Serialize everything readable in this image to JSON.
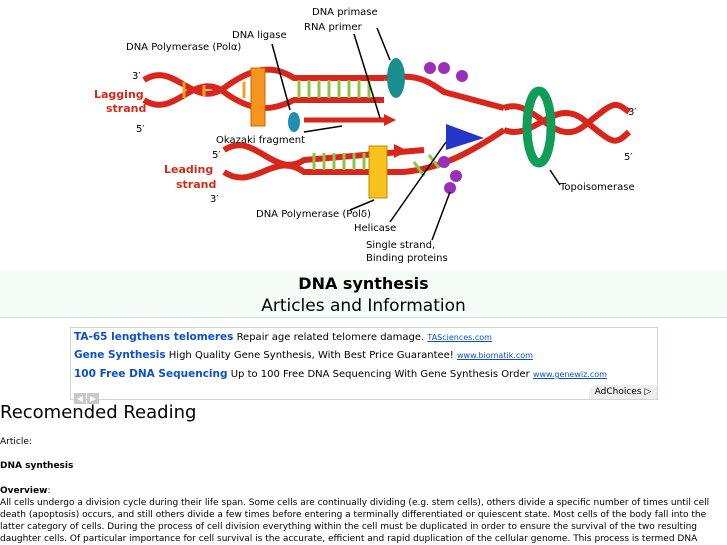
{
  "diagram": {
    "labels": {
      "dna_primase": "DNA primase",
      "rna_primer": "RNA primer",
      "dna_ligase": "DNA ligase",
      "pol_alpha": "DNA Polymerase (Polα)",
      "lagging": "Lagging",
      "strand": "strand",
      "leading": "Leading",
      "okazaki": "Okazaki fragment",
      "pol_delta": "DNA Polymerase (Polδ)",
      "helicase": "Helicase",
      "ssb1": "Single strand,",
      "ssb2": "Binding proteins",
      "topo": "Topoisomerase",
      "three_prime": "3′",
      "five_prime": "5′"
    },
    "colors": {
      "backbone": "#d8261c",
      "base_green": "#8cc63f",
      "base_orange": "#f6a01a",
      "polymerase": "#f7941d",
      "primase": "#1a8d8d",
      "ligase": "#1e8fb0",
      "helicase": "#2436c8",
      "ssb": "#9b30b8",
      "topo": "#0f9d58"
    }
  },
  "header": {
    "title": "DNA synthesis",
    "subtitle": "Articles and Information"
  },
  "ads": {
    "items": [
      {
        "headline": "TA-65 lengthens telomeres",
        "desc": "Repair age related telomere damage.",
        "url": "TASciences.com"
      },
      {
        "headline": "Gene Synthesis",
        "desc": "High Quality Gene Synthesis, With Best Price Guarantee!",
        "url": "www.biomatik.com"
      },
      {
        "headline": "100 Free DNA Sequencing",
        "desc": "Up to 100 Free DNA Sequencing With Gene Synthesis Order",
        "url": "www.genewiz.com"
      }
    ],
    "adchoices": "AdChoices"
  },
  "reading": {
    "heading": "Recomended Reading",
    "article_label": "Article:",
    "article_title": "DNA synthesis",
    "overview_label": "Overview",
    "body": "All cells undergo a division cycle during their life span. Some cells are continually dividing (e.g. stem cells), others divide a specific number of times until cell death (apoptosis) occurs, and still others divide a few times before entering a terminally differentiated or quiescent state. Most cells of the body fall into the latter category of cells. During the process of cell division everything within the cell must be duplicated in order to ensure the survival of the two resulting daughter cells. Of particular importance for cell survival is the accurate, efficient and rapid duplication of the cellular genome. This process is termed DNA replication."
  }
}
